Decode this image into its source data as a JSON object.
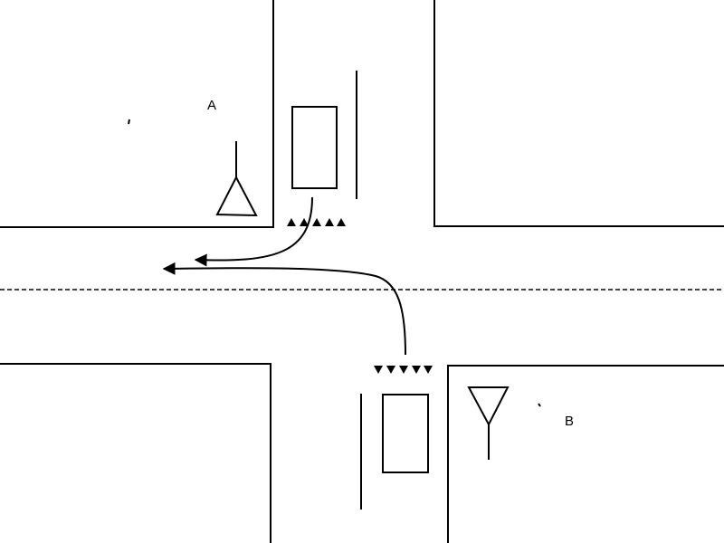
{
  "diagram": {
    "labels": {
      "a": "A",
      "b": "B"
    },
    "vehicles": [
      {
        "name": "vehicle-a"
      },
      {
        "name": "vehicle-b"
      }
    ],
    "signs": [
      {
        "name": "yield-sign-a",
        "type": "yield"
      },
      {
        "name": "yield-sign-b",
        "type": "yield"
      }
    ],
    "road_markings": {
      "centerline": "dashed",
      "yield_line_a": "shark-teeth",
      "yield_line_b": "shark-teeth"
    }
  }
}
